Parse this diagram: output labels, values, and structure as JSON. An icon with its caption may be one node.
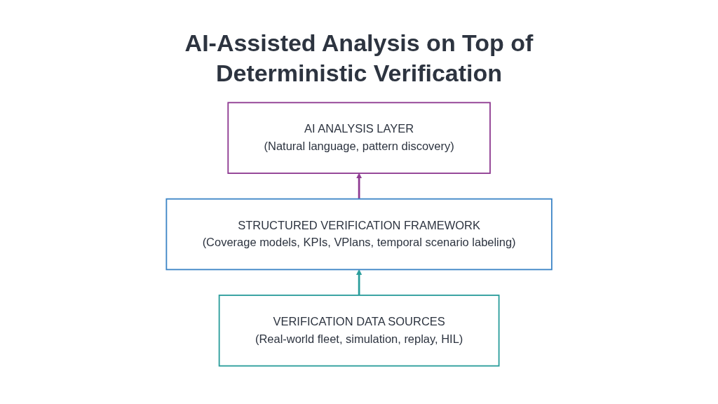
{
  "diagram": {
    "title": "AI-Assisted Analysis on Top of Deterministic Verification",
    "nodes": [
      {
        "text": [
          "AI ANALYSIS LAYER",
          "(Natural language, pattern discovery)"
        ]
      },
      {
        "text": [
          "STRUCTURED VERIFICATION FRAMEWORK",
          "(Coverage models, KPIs, VPlans, temporal scenario labeling)"
        ]
      },
      {
        "text": [
          "VERIFICATION DATA SOURCES",
          "(Real-world fleet, simulation, replay, HIL)"
        ]
      }
    ],
    "edges": [
      {
        "from": 2,
        "to": 1,
        "arrow": "to",
        "color": "#2a9d9b"
      },
      {
        "from": 1,
        "to": 0,
        "arrow": "to",
        "color": "#8e3a91"
      }
    ]
  }
}
